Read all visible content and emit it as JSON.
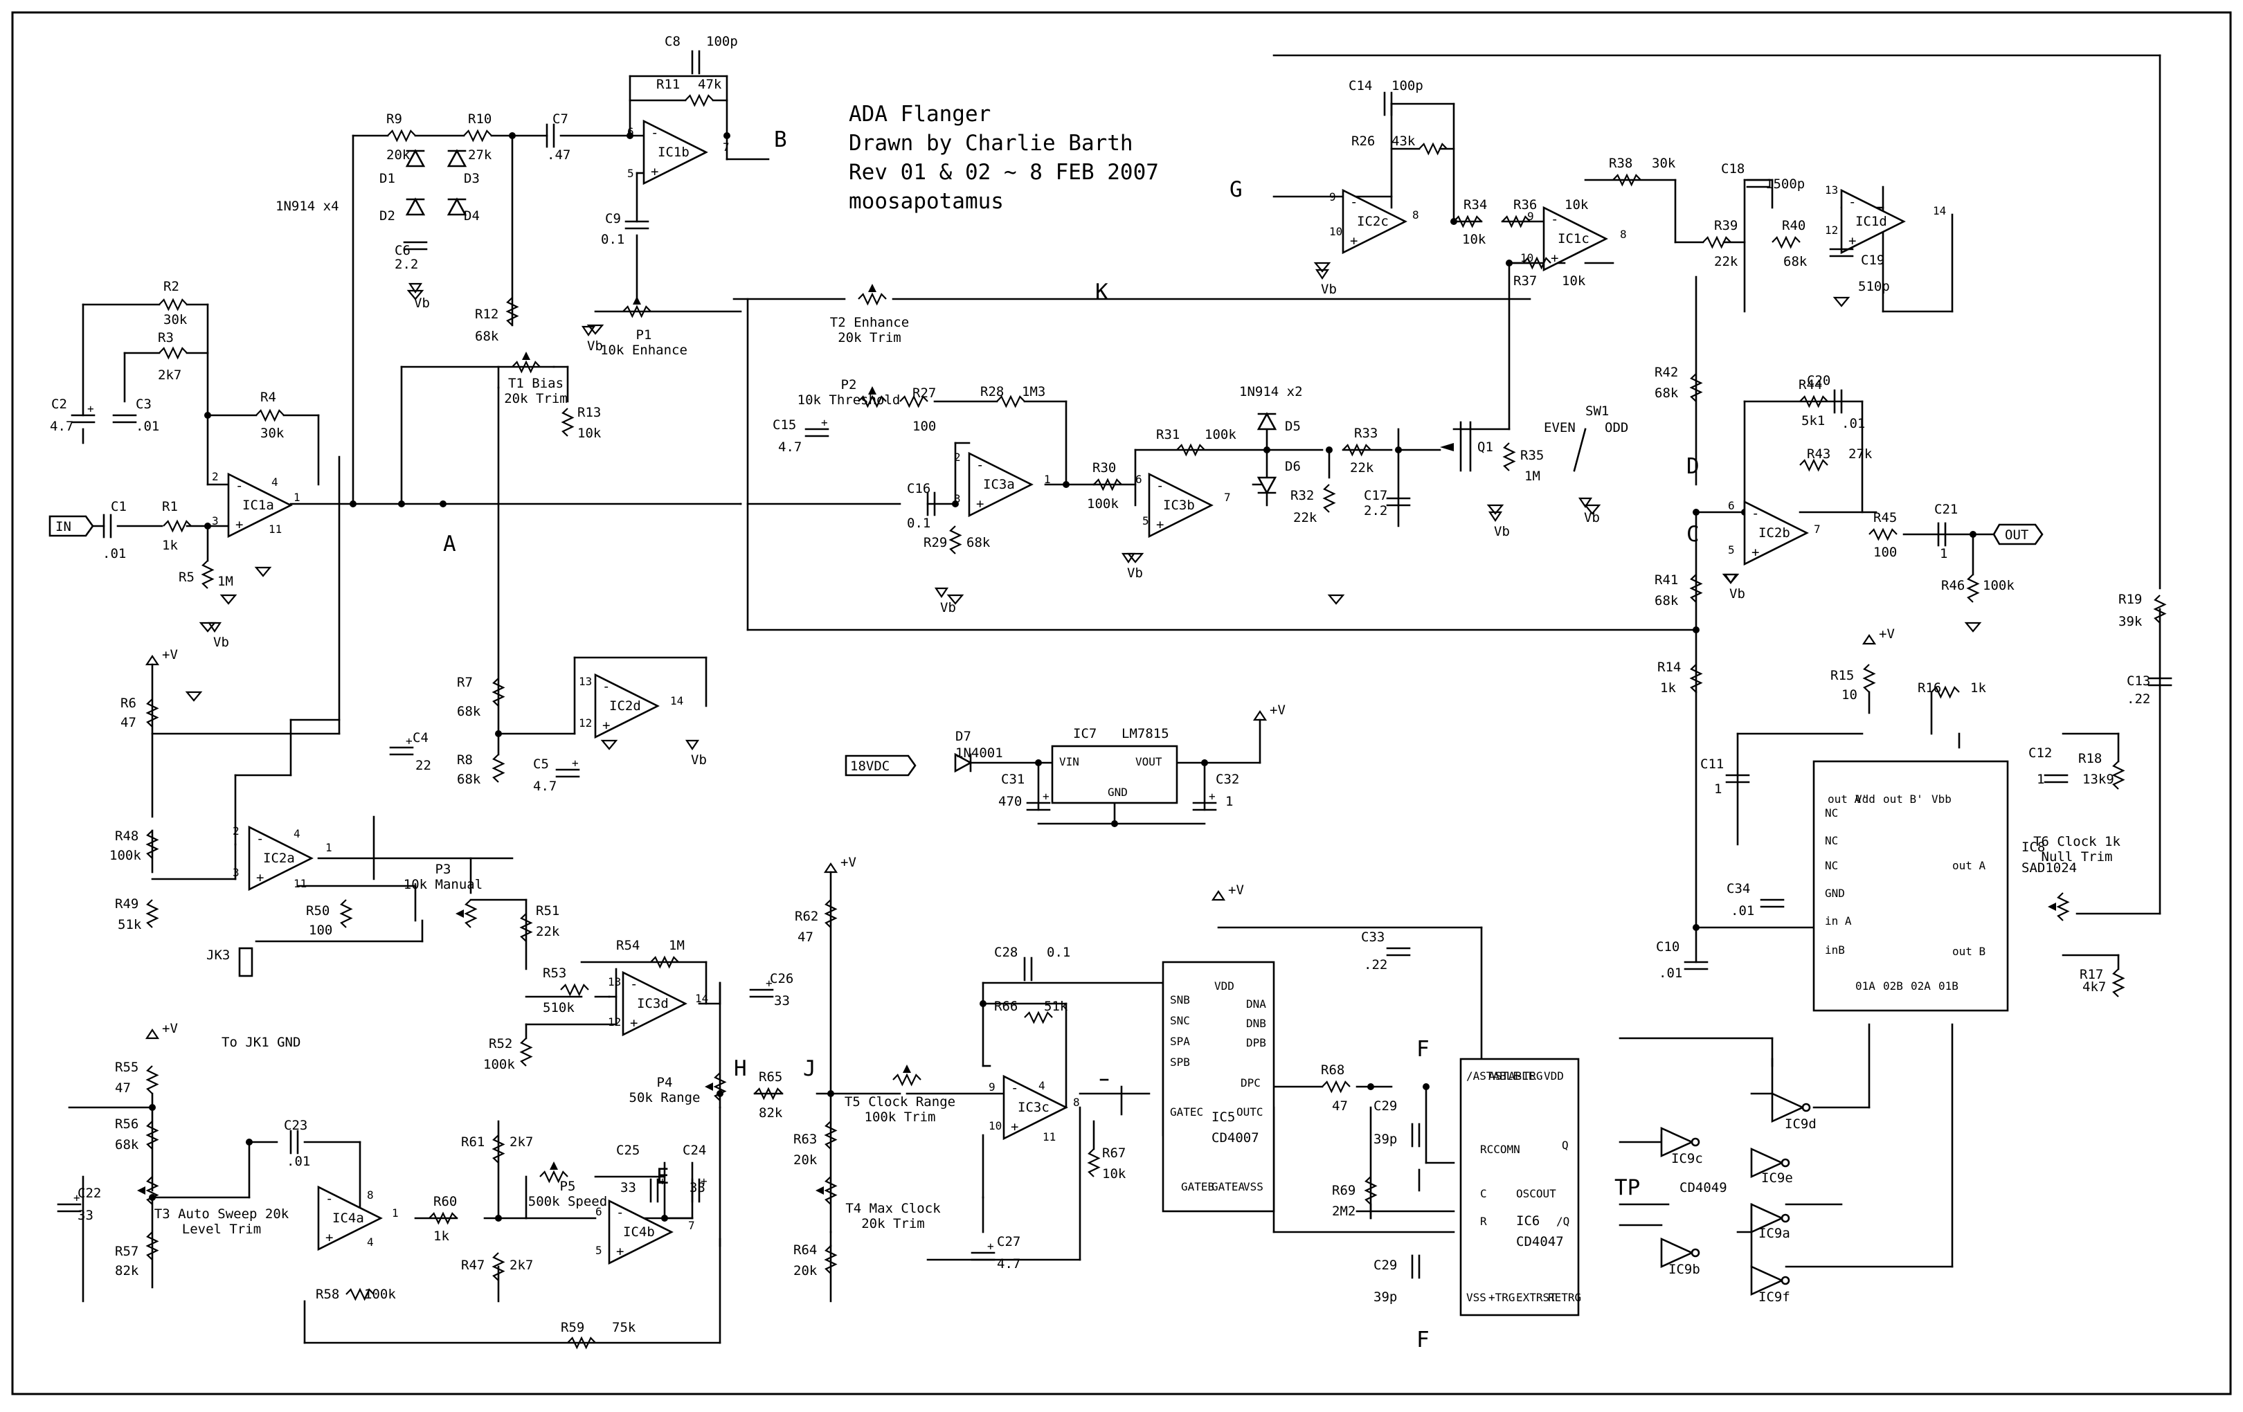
{
  "title": {
    "lines": [
      "ADA Flanger",
      "Drawn by Charlie Barth",
      "Rev 01 & 02 ~ 8 FEB 2007",
      "moosapotamus"
    ]
  },
  "notes": {
    "diodes_top": "1N914 x4",
    "diodes_mid": "1N914 x2",
    "cd4049": "CD4049",
    "to_jk1": "To JK1 GND"
  },
  "net_labels": [
    "A",
    "B",
    "C",
    "D",
    "E",
    "F",
    "G",
    "H",
    "J",
    "K",
    "TP"
  ],
  "ports": {
    "in": "IN",
    "out": "OUT",
    "dc": "18VDC"
  },
  "rails": {
    "pos": "+V",
    "bias": "Vb"
  },
  "parts": [
    {
      "ref": "R1",
      "value": "1k"
    },
    {
      "ref": "R2",
      "value": "30k"
    },
    {
      "ref": "R3",
      "value": "2k7"
    },
    {
      "ref": "R4",
      "value": "30k"
    },
    {
      "ref": "R5",
      "value": "1M"
    },
    {
      "ref": "R6",
      "value": "47"
    },
    {
      "ref": "R7",
      "value": "68k"
    },
    {
      "ref": "R8",
      "value": "68k"
    },
    {
      "ref": "R9",
      "value": "20k"
    },
    {
      "ref": "R10",
      "value": "27k"
    },
    {
      "ref": "R11",
      "value": "47k"
    },
    {
      "ref": "R12",
      "value": "68k"
    },
    {
      "ref": "R13",
      "value": "10k"
    },
    {
      "ref": "R14",
      "value": "1k"
    },
    {
      "ref": "R15",
      "value": "10"
    },
    {
      "ref": "R16",
      "value": "1k"
    },
    {
      "ref": "R17",
      "value": "4k7"
    },
    {
      "ref": "R18",
      "value": "13k9"
    },
    {
      "ref": "R19",
      "value": "39k"
    },
    {
      "ref": "R26",
      "value": "43k"
    },
    {
      "ref": "R27",
      "value": "100"
    },
    {
      "ref": "R28",
      "value": "1M3"
    },
    {
      "ref": "R29",
      "value": "68k"
    },
    {
      "ref": "R30",
      "value": "100k"
    },
    {
      "ref": "R31",
      "value": "100k"
    },
    {
      "ref": "R32",
      "value": "22k"
    },
    {
      "ref": "R33",
      "value": "22k"
    },
    {
      "ref": "R34",
      "value": "10k"
    },
    {
      "ref": "R35",
      "value": "1M"
    },
    {
      "ref": "R36",
      "value": "10k"
    },
    {
      "ref": "R37",
      "value": "10k"
    },
    {
      "ref": "R38",
      "value": "30k"
    },
    {
      "ref": "R39",
      "value": "22k"
    },
    {
      "ref": "R40",
      "value": "68k"
    },
    {
      "ref": "R41",
      "value": "68k"
    },
    {
      "ref": "R42",
      "value": "68k"
    },
    {
      "ref": "R43",
      "value": "27k"
    },
    {
      "ref": "R44",
      "value": "5k1"
    },
    {
      "ref": "R45",
      "value": "100"
    },
    {
      "ref": "R46",
      "value": "100k"
    },
    {
      "ref": "R47",
      "value": "2k7"
    },
    {
      "ref": "R48",
      "value": "100k"
    },
    {
      "ref": "R49",
      "value": "51k"
    },
    {
      "ref": "R50",
      "value": "100"
    },
    {
      "ref": "R51",
      "value": "22k"
    },
    {
      "ref": "R52",
      "value": "100k"
    },
    {
      "ref": "R53",
      "value": "510k"
    },
    {
      "ref": "R54",
      "value": "1M"
    },
    {
      "ref": "R55",
      "value": "47"
    },
    {
      "ref": "R56",
      "value": "68k"
    },
    {
      "ref": "R57",
      "value": "82k"
    },
    {
      "ref": "R58",
      "value": "100k"
    },
    {
      "ref": "R59",
      "value": "75k"
    },
    {
      "ref": "R60",
      "value": "1k"
    },
    {
      "ref": "R61",
      "value": "2k7"
    },
    {
      "ref": "R62",
      "value": "47"
    },
    {
      "ref": "R63",
      "value": "20k"
    },
    {
      "ref": "R64",
      "value": "20k"
    },
    {
      "ref": "R65",
      "value": "82k"
    },
    {
      "ref": "R66",
      "value": "51k"
    },
    {
      "ref": "R67",
      "value": "10k"
    },
    {
      "ref": "R68",
      "value": "47"
    },
    {
      "ref": "R69",
      "value": "2M2"
    },
    {
      "ref": "C1",
      "value": ".01"
    },
    {
      "ref": "C2",
      "value": "4.7"
    },
    {
      "ref": "C3",
      "value": ".01"
    },
    {
      "ref": "C4",
      "value": "22"
    },
    {
      "ref": "C5",
      "value": "4.7"
    },
    {
      "ref": "C6",
      "value": "2.2"
    },
    {
      "ref": "C7",
      "value": ".47"
    },
    {
      "ref": "C8",
      "value": "100p"
    },
    {
      "ref": "C9",
      "value": "0.1"
    },
    {
      "ref": "C10",
      "value": ".01"
    },
    {
      "ref": "C11",
      "value": "1"
    },
    {
      "ref": "C12",
      "value": "1"
    },
    {
      "ref": "C13",
      "value": ".22"
    },
    {
      "ref": "C14",
      "value": "100p"
    },
    {
      "ref": "C15",
      "value": "4.7"
    },
    {
      "ref": "C16",
      "value": "0.1"
    },
    {
      "ref": "C17",
      "value": "2.2"
    },
    {
      "ref": "C18",
      "value": "1500p"
    },
    {
      "ref": "C19",
      "value": "510p"
    },
    {
      "ref": "C20",
      "value": ".01"
    },
    {
      "ref": "C21",
      "value": "1"
    },
    {
      "ref": "C22",
      "value": "33"
    },
    {
      "ref": "C23",
      "value": ".01"
    },
    {
      "ref": "C24",
      "value": "33"
    },
    {
      "ref": "C25",
      "value": "33"
    },
    {
      "ref": "C26",
      "value": "33"
    },
    {
      "ref": "C27",
      "value": "4.7"
    },
    {
      "ref": "C28",
      "value": "0.1"
    },
    {
      "ref": "C29",
      "value": "39p"
    },
    {
      "ref": "C29b",
      "value": "39p"
    },
    {
      "ref": "C31",
      "value": "470"
    },
    {
      "ref": "C32",
      "value": "1"
    },
    {
      "ref": "C33",
      "value": ".22"
    },
    {
      "ref": "C34",
      "value": ".01"
    },
    {
      "ref": "P1",
      "value": "10k Enhance"
    },
    {
      "ref": "P2",
      "value": "10k Threshold"
    },
    {
      "ref": "P3",
      "value": "10k Manual"
    },
    {
      "ref": "P4",
      "value": "50k Range"
    },
    {
      "ref": "P5",
      "value": "500k Speed"
    },
    {
      "ref": "T1",
      "value": "Bias 20k Trim"
    },
    {
      "ref": "T2",
      "value": "Enhance 20k Trim"
    },
    {
      "ref": "T3",
      "value": "Auto Sweep 20k Level Trim"
    },
    {
      "ref": "T4",
      "value": "Max Clock 20k Trim"
    },
    {
      "ref": "T5",
      "value": "Clock Range 100k Trim"
    },
    {
      "ref": "T6",
      "value": "Clock 1k Null Trim"
    },
    {
      "ref": "D1",
      "value": ""
    },
    {
      "ref": "D2",
      "value": ""
    },
    {
      "ref": "D3",
      "value": ""
    },
    {
      "ref": "D4",
      "value": ""
    },
    {
      "ref": "D5",
      "value": ""
    },
    {
      "ref": "D6",
      "value": ""
    },
    {
      "ref": "D7",
      "value": "1N4001"
    },
    {
      "ref": "Q1",
      "value": ""
    },
    {
      "ref": "SW1",
      "value": "EVEN / ODD"
    },
    {
      "ref": "JK3",
      "value": ""
    },
    {
      "ref": "IC1a",
      "value": ""
    },
    {
      "ref": "IC1b",
      "value": ""
    },
    {
      "ref": "IC1c",
      "value": ""
    },
    {
      "ref": "IC1d",
      "value": ""
    },
    {
      "ref": "IC2a",
      "value": ""
    },
    {
      "ref": "IC2b",
      "value": ""
    },
    {
      "ref": "IC2c",
      "value": ""
    },
    {
      "ref": "IC2d",
      "value": ""
    },
    {
      "ref": "IC3a",
      "value": ""
    },
    {
      "ref": "IC3b",
      "value": ""
    },
    {
      "ref": "IC3c",
      "value": ""
    },
    {
      "ref": "IC3d",
      "value": ""
    },
    {
      "ref": "IC4a",
      "value": ""
    },
    {
      "ref": "IC4b",
      "value": ""
    },
    {
      "ref": "IC5",
      "value": "CD4007"
    },
    {
      "ref": "IC6",
      "value": "CD4047"
    },
    {
      "ref": "IC7",
      "value": "LM7815"
    },
    {
      "ref": "IC8",
      "value": "SAD1024"
    },
    {
      "ref": "IC9a",
      "value": ""
    },
    {
      "ref": "IC9b",
      "value": ""
    },
    {
      "ref": "IC9c",
      "value": ""
    },
    {
      "ref": "IC9d",
      "value": ""
    },
    {
      "ref": "IC9e",
      "value": ""
    },
    {
      "ref": "IC9f",
      "value": ""
    }
  ],
  "ic_pins": {
    "IC5": [
      "SNB",
      "SNC",
      "SPA",
      "SPB",
      "VDD",
      "DNA",
      "DNB",
      "DPB",
      "DPC",
      "OUTC",
      "GATEC",
      "GATEB",
      "GATEA",
      "VSS"
    ],
    "IC6": [
      "/ASTABLE",
      "ASTABLE",
      "-TRG",
      "VDD",
      "RCCOMN",
      "C",
      "R",
      "OSCOUT",
      "Q",
      "/Q",
      "VSS",
      "+TRG",
      "EXTRST",
      "RETRG"
    ],
    "IC7": [
      "VIN",
      "VOUT",
      "GND"
    ],
    "IC8": [
      "out A'",
      "Vdd",
      "out B'",
      "Vbb",
      "NC",
      "NC",
      "NC",
      "GND",
      "in A",
      "inB",
      "out A",
      "out B",
      "01A",
      "02B",
      "02A",
      "01B"
    ]
  }
}
